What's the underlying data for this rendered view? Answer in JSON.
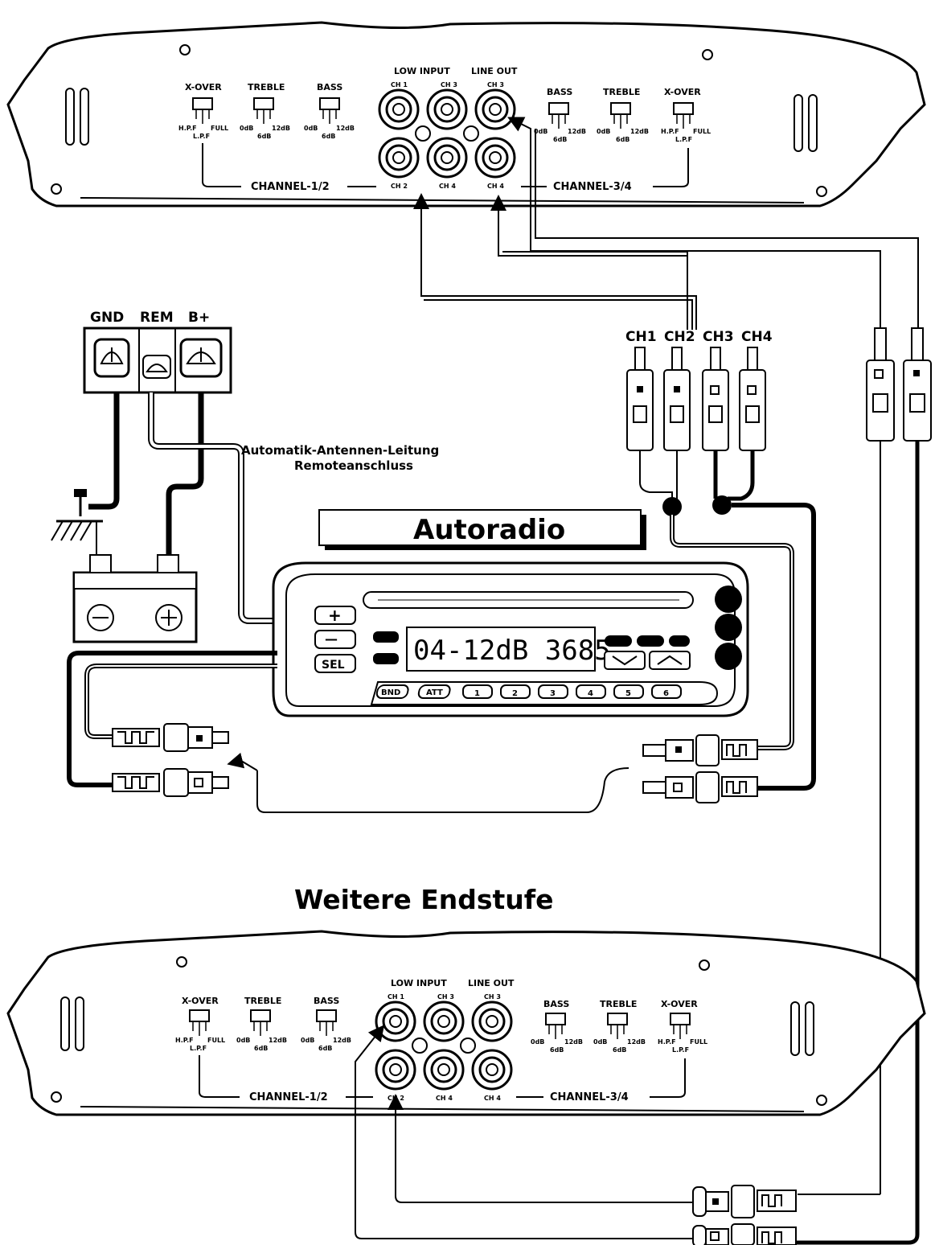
{
  "amp_top": {
    "low_input": "LOW INPUT",
    "line_out": "LINE OUT",
    "ch1": "CH 1",
    "ch3": "CH 3",
    "ch3_out": "CH 3",
    "ch2": "CH 2",
    "ch4": "CH 4",
    "ch4_out": "CH 4",
    "left_xover": "X-OVER",
    "left_treble": "TREBLE",
    "left_bass": "BASS",
    "right_bass": "BASS",
    "right_treble": "TREBLE",
    "right_xover": "X-OVER",
    "hpf": "H.P.F",
    "full": "FULL",
    "lpf": "L.P.F",
    "zero_db": "0dB",
    "twelve_db": "12dB",
    "six_db": "6dB",
    "channel_12": "CHANNEL-1/2",
    "channel_34": "CHANNEL-3/4"
  },
  "power_terminal": {
    "gnd": "GND",
    "rem": "REM",
    "bplus": "B+"
  },
  "remote_note": {
    "line1": "Automatik-Antennen-Leitung",
    "line2": "Remoteanschluss"
  },
  "rca_labels": {
    "ch1": "CH1",
    "ch2": "CH2",
    "ch3": "CH3",
    "ch4": "CH4"
  },
  "radio": {
    "title": "Autoradio",
    "display": "04-12dB 3685",
    "btn_plus": "+",
    "btn_minus": "—",
    "btn_sel": "SEL",
    "btn_bnd": "BND",
    "btn_att": "ATT",
    "presets": [
      "1",
      "2",
      "3",
      "4",
      "5",
      "6"
    ]
  },
  "second_amp_title": "Weitere Endstufe",
  "amp_bottom": {
    "low_input": "LOW INPUT",
    "line_out": "LINE OUT",
    "ch1": "CH 1",
    "ch3": "CH 3",
    "ch3_out": "CH 3",
    "ch2": "CH 2",
    "ch4": "CH 4",
    "ch4_out": "CH 4",
    "left_xover": "X-OVER",
    "left_treble": "TREBLE",
    "left_bass": "BASS",
    "right_bass": "BASS",
    "right_treble": "TREBLE",
    "right_xover": "X-OVER",
    "hpf": "H.P.F",
    "full": "FULL",
    "lpf": "L.P.F",
    "zero_db": "0dB",
    "twelve_db": "12dB",
    "six_db": "6dB",
    "channel_12": "CHANNEL-1/2",
    "channel_34": "CHANNEL-3/4"
  }
}
